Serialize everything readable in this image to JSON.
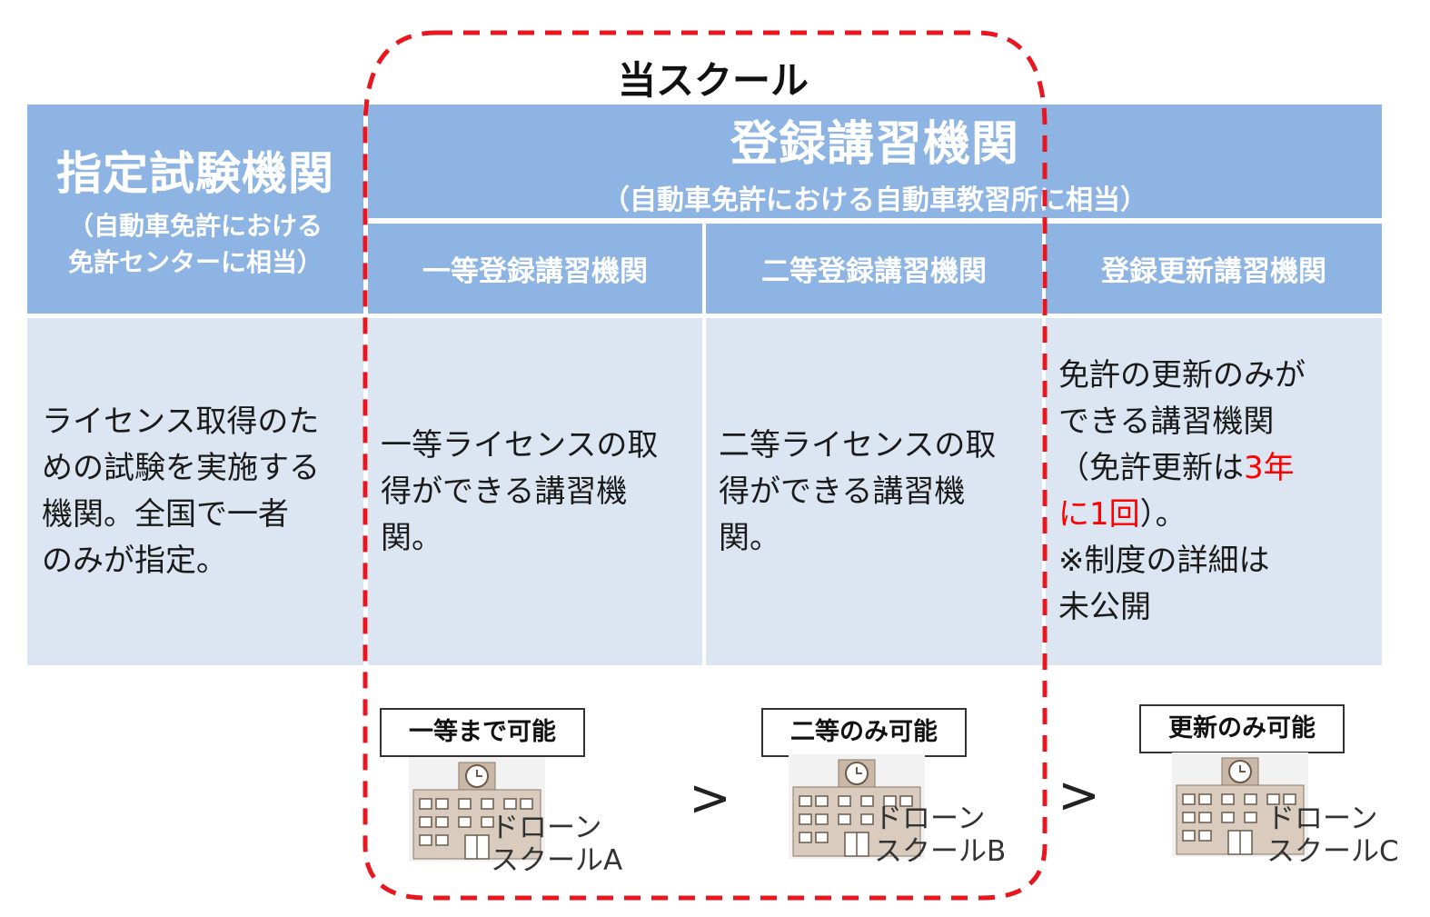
{
  "school_title": "当スクール",
  "header": {
    "shiken_title": "指定試験機関",
    "shiken_sub_line1": "（自動車免許における",
    "shiken_sub_line2": "免許センターに相当）",
    "toroku_title": "登録講習機関",
    "toroku_sub": "（自動車免許における自動車教習所に相当）"
  },
  "subheaders": {
    "ittou": "一等登録講習機関",
    "nitou": "二等登録講習機関",
    "koushin": "登録更新講習機関"
  },
  "descriptions": {
    "shiken": {
      "line1": "ライセンス取得のた",
      "line2": "めの試験を実施する",
      "line3": "機関。全国で一者",
      "line4": "のみが指定。"
    },
    "ittou": {
      "line1": "一等ライセンスの取",
      "line2": "得ができる講習機",
      "line3": "関。"
    },
    "nitou": {
      "line1": "二等ライセンスの取",
      "line2": "得ができる講習機",
      "line3": "関。"
    },
    "koushin": {
      "line1": "免許の更新のみが",
      "line2": "できる講習機関",
      "line3_pre": "（免許更新は",
      "line3_red": "3年",
      "line4_red": "に1回",
      "line4_post": "）。",
      "line5": "※制度の詳細は",
      "line6": "未公開"
    }
  },
  "schools": [
    {
      "badge": "一等まで可能",
      "label_line1": "ドローン",
      "label_line2": "スクールA"
    },
    {
      "badge": "二等のみ可能",
      "label_line1": "ドローン",
      "label_line2": "スクールB"
    },
    {
      "badge": "更新のみ可能",
      "label_line1": "ドローン",
      "label_line2": "スクールC"
    }
  ],
  "comparison_symbol": ">",
  "colors": {
    "header_blue": "#8db4e2",
    "cell_light": "#dce6f2",
    "highlight_dash": "#e8161f",
    "emphasis_red": "#ff0000"
  },
  "icons": [
    "school-building-icon"
  ]
}
